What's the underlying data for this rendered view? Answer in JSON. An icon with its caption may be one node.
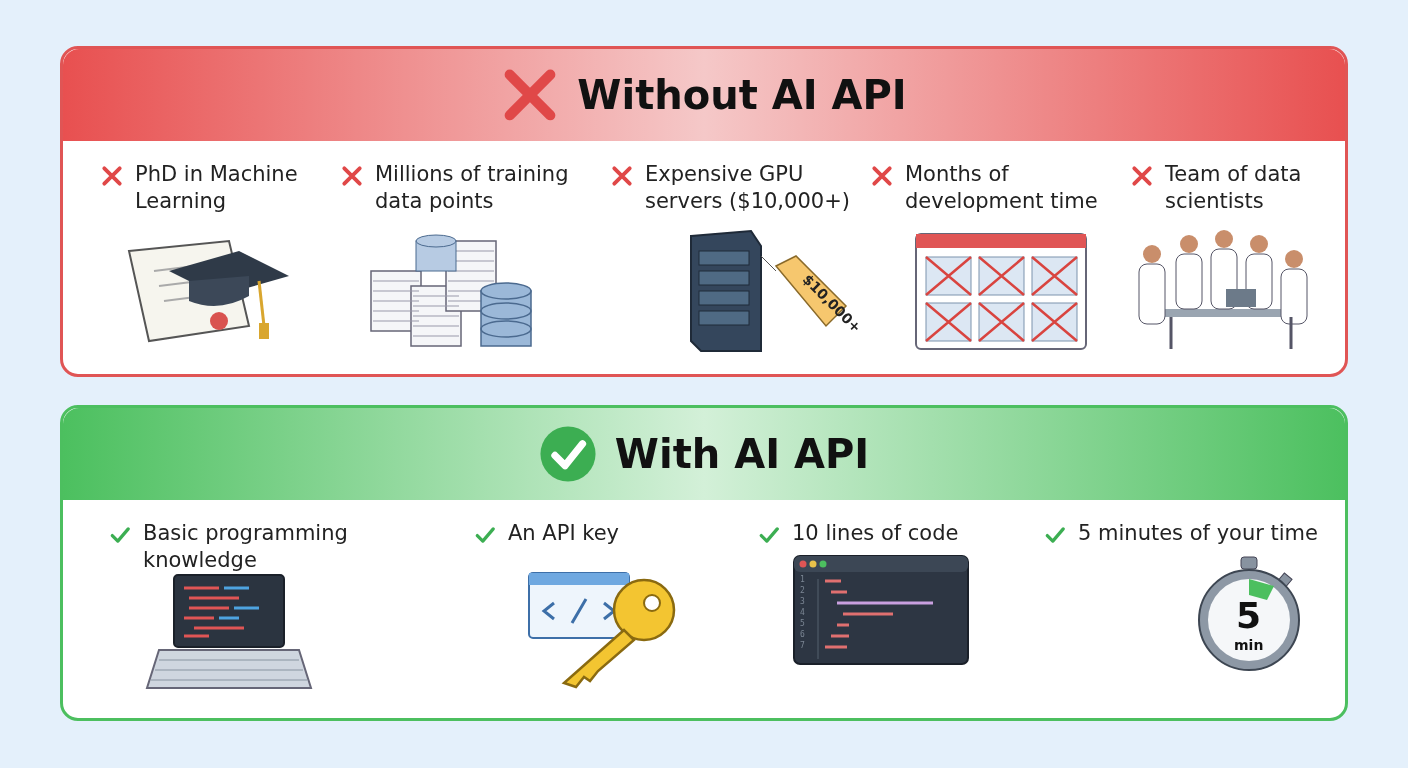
{
  "diagram": {
    "nodes": [
      {
        "text": [
          "Without AI API"
        ]
      },
      {
        "text": [
          "PhD in Machine Learning"
        ],
        "in": 0
      },
      {
        "text": [
          "Millions of training data points"
        ],
        "in": 0
      },
      {
        "text": [
          "Expensive GPU servers ($10,000+)"
        ],
        "in": 0
      },
      {
        "text": [
          "Months of development time"
        ],
        "in": 0
      },
      {
        "text": [
          "Team of data scientists"
        ],
        "in": 0
      },
      {
        "text": [
          "With AI API"
        ]
      },
      {
        "text": [
          "Basic programming knowledge"
        ],
        "in": 6
      },
      {
        "text": [
          "An API key"
        ],
        "in": 6
      },
      {
        "text": [
          "10 lines of code"
        ],
        "in": 6
      },
      {
        "text": [
          "5 minutes of your time"
        ],
        "in": 6
      }
    ],
    "edges": [],
    "labels": [
      "$10,000+",
      "1",
      "2",
      "3",
      "4",
      "5",
      "6",
      "7",
      "5",
      "min"
    ]
  }
}
